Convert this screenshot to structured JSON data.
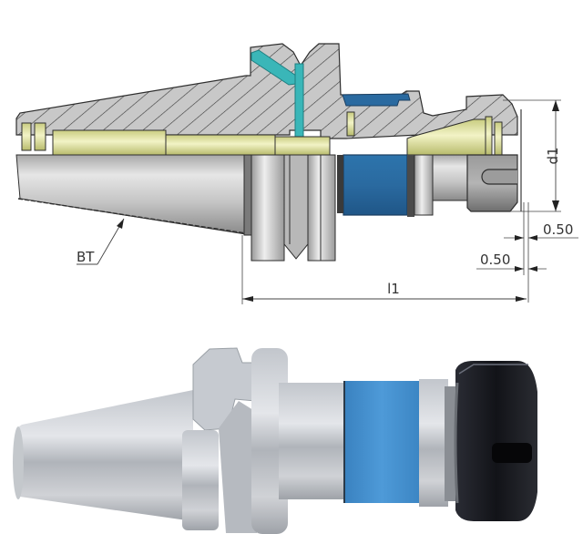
{
  "figure": {
    "section_view": {
      "label_taper": "BT",
      "dimensions": {
        "length_label": "l1",
        "diameter_label": "d1",
        "tolerance_upper": "0.50",
        "tolerance_lower": "0.50"
      }
    },
    "photo_view": {
      "description": "BT taper collet chuck holder with blue band and black ER collet nut"
    },
    "colors": {
      "hatch_fill": "#c8c8c8",
      "hatch_line": "#3a3a3a",
      "yellow_bore": "#e4e6a4",
      "cyan_coolant": "#3ab6b8",
      "blue_ring": "#2a6aa0",
      "steel_light": "#e2e2e2",
      "steel_dark": "#8c8c8c",
      "photo_blue": "#4a96d4",
      "nut_black": "#1a1a1e"
    }
  }
}
